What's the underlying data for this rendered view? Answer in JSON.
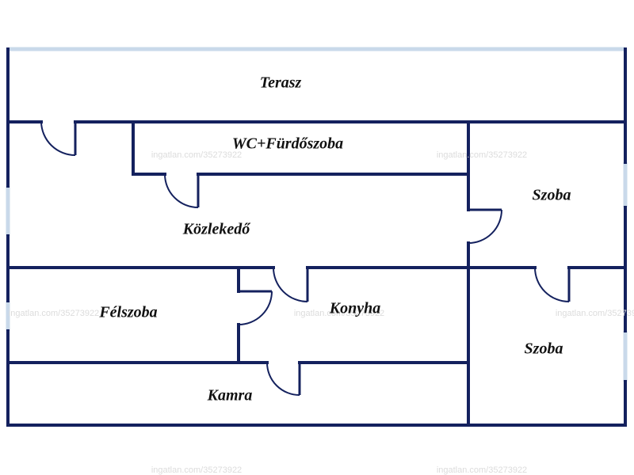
{
  "rooms": {
    "terasz": "Terasz",
    "wc": "WC+Fürdőszoba",
    "kozlekedo": "Közlekedő",
    "szoba_top": "Szoba",
    "felszoba": "Félszoba",
    "konyha": "Konyha",
    "szoba_bottom": "Szoba",
    "kamra": "Kamra"
  },
  "watermark": "ingatlan.com/35273922",
  "colors": {
    "wall": "#14215e",
    "window": "#c9d9ea",
    "text": "#111111",
    "watermark": "#dcdcdc"
  }
}
